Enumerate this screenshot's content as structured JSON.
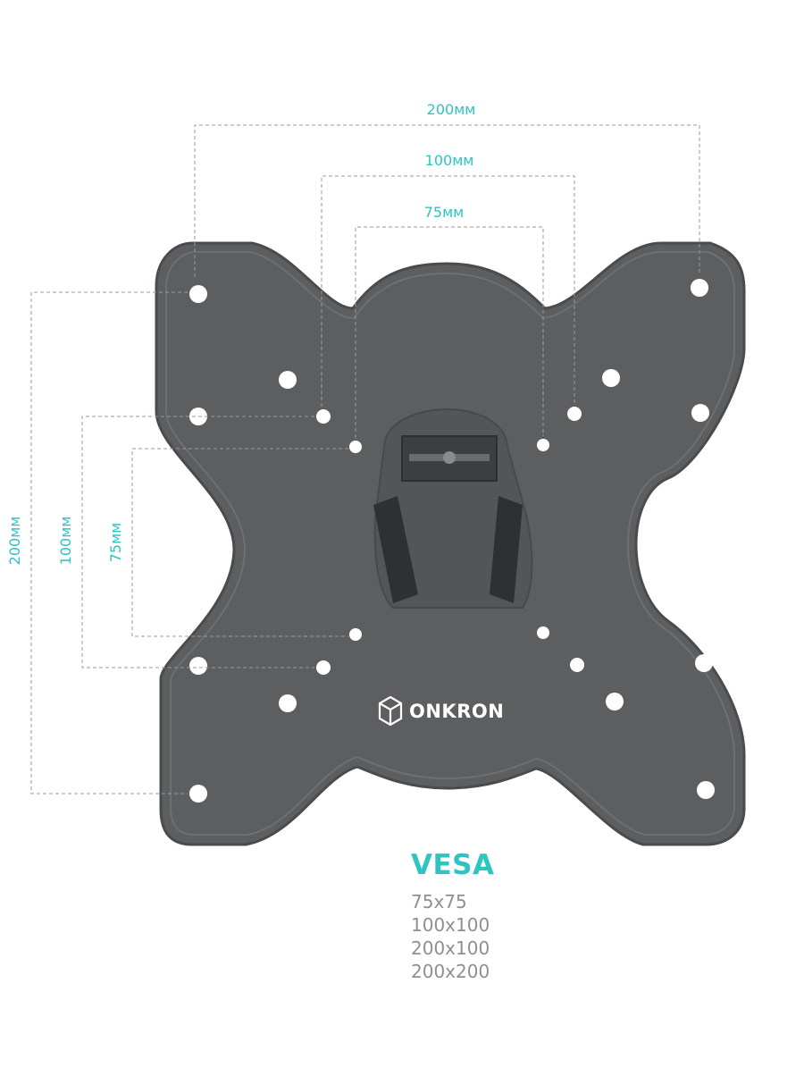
{
  "dimensions": {
    "top_outer": "200мм",
    "top_middle": "100мм",
    "top_inner": "75мм",
    "left_outer": "200мм",
    "left_middle": "100мм",
    "left_inner": "75мм"
  },
  "brand": {
    "name": "ONKRON",
    "logo_icon": "onkron-cube-logo-icon"
  },
  "vesa": {
    "title": "VESA",
    "sizes": [
      "75x75",
      "100x100",
      "200x100",
      "200x200"
    ]
  },
  "colors": {
    "accent": "#2fc4c2",
    "plate": "#5d5e60",
    "plate_edge": "#4a4b4d",
    "dim_line": "#9a9a9a",
    "text_gray": "#8f8f8f"
  }
}
